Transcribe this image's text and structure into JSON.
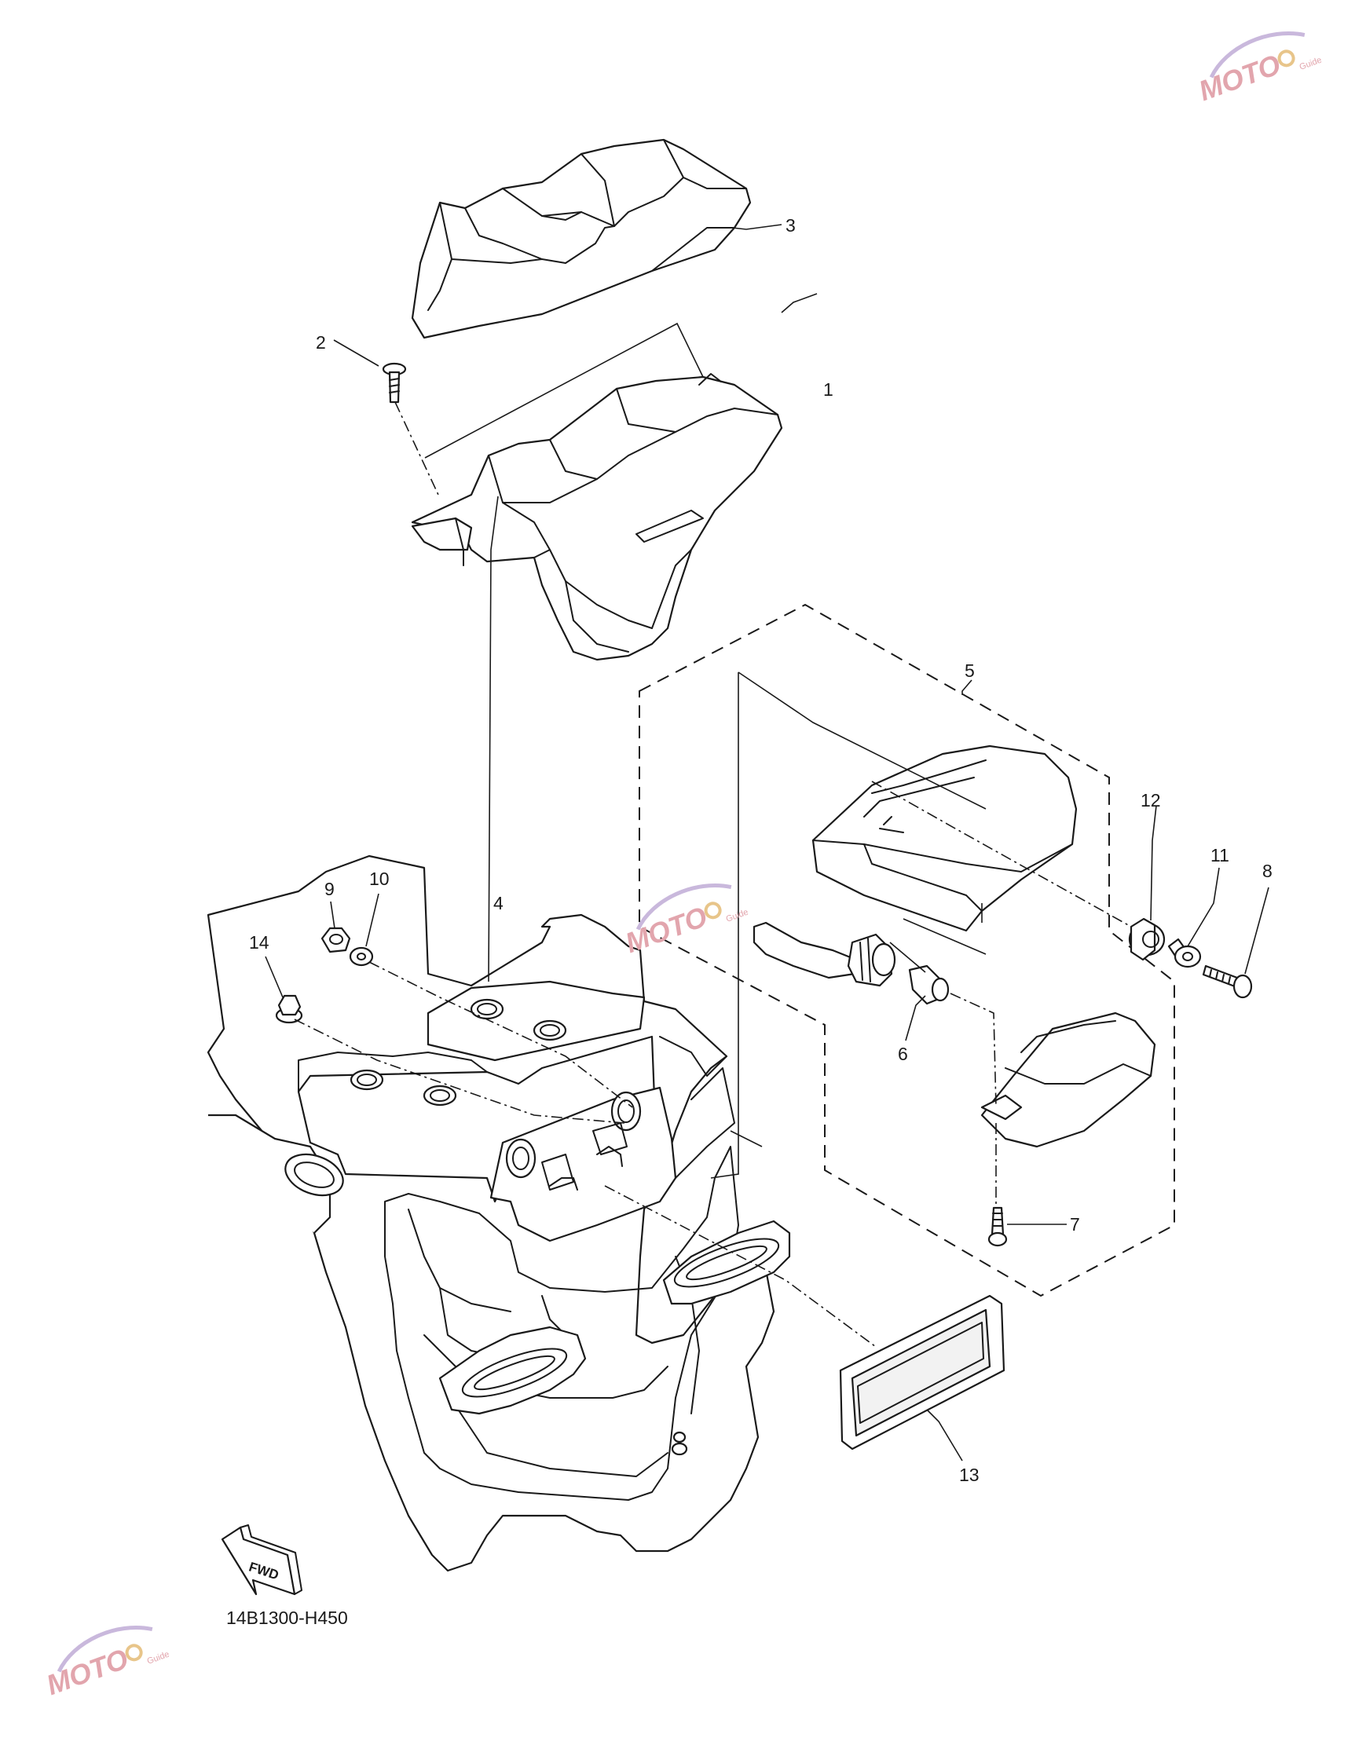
{
  "diagram": {
    "reference_code": "14B1300-H450",
    "fwd_label": "FWD",
    "callouts": [
      "1",
      "2",
      "3",
      "4",
      "5",
      "6",
      "7",
      "8",
      "9",
      "10",
      "11",
      "12",
      "13",
      "14"
    ],
    "watermark": {
      "logo_text": "MOTO",
      "tagline": "Guide"
    }
  }
}
